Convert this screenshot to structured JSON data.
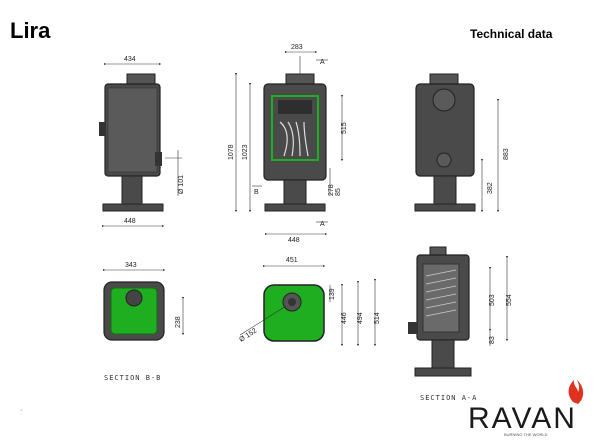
{
  "header": {
    "title": "Lira",
    "subtitle": "Technical data"
  },
  "dimensions": {
    "side_width": "434",
    "side_base": "448",
    "side_pipe": "Ø 101",
    "front_offset": "283",
    "front_total": "1078",
    "front_door_top": "1023",
    "front_glass": "515",
    "front_b1": "278",
    "front_b2": "85",
    "front_base": "448",
    "back_height": "883",
    "back_lower": "382",
    "top_width": "343",
    "top_depth": "238",
    "top2_width": "451",
    "top2_a": "139",
    "top2_b": "446",
    "top2_c": "494",
    "top2_d": "514",
    "top2_pipe": "Ø 152",
    "sec_a": "503",
    "sec_b": "554",
    "sec_c": "83"
  },
  "labels": {
    "a": "A",
    "b": "B",
    "section_bb": "SECTION B-B",
    "section_aa": "SECTION A-A"
  },
  "logo": {
    "text": "RAVAN",
    "tagline": "BURNING THE WORLD"
  },
  "colors": {
    "stove_body": "#4a4a4a",
    "stove_dark": "#2e2e2e",
    "green": "#1fae1f",
    "flame": "#e0331f"
  }
}
